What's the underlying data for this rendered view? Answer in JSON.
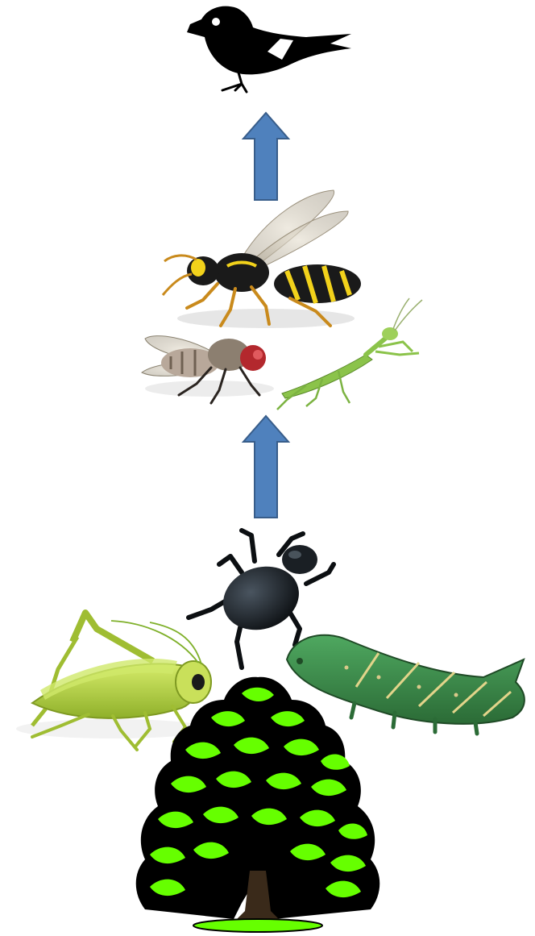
{
  "diagram": {
    "kind": "food-chain",
    "levels": [
      {
        "id": "top",
        "organisms": [
          {
            "name": "bird",
            "icon": "bird-icon"
          }
        ]
      },
      {
        "id": "predators",
        "organisms": [
          {
            "name": "wasp",
            "icon": "wasp-icon"
          },
          {
            "name": "fly",
            "icon": "fly-icon"
          },
          {
            "name": "praying mantis",
            "icon": "mantis-icon"
          }
        ]
      },
      {
        "id": "herbivores",
        "organisms": [
          {
            "name": "beetle",
            "icon": "beetle-icon"
          },
          {
            "name": "grasshopper",
            "icon": "grasshopper-icon"
          },
          {
            "name": "caterpillar",
            "icon": "caterpillar-icon"
          }
        ]
      },
      {
        "id": "producer",
        "organisms": [
          {
            "name": "tree",
            "icon": "tree-icon"
          }
        ]
      }
    ],
    "arrows": [
      {
        "from": "predators",
        "to": "top"
      },
      {
        "from": "herbivores",
        "to": "predators"
      }
    ],
    "colors": {
      "arrow_fill": "#4F81BD",
      "arrow_stroke": "#385D8A",
      "tree_leaf": "#66FF00",
      "tree_outline": "#000000",
      "grasshopper": "#B5D63A",
      "caterpillar": "#3E8E48",
      "wasp_yellow": "#F2D21B",
      "mantis": "#8BC34A"
    }
  }
}
